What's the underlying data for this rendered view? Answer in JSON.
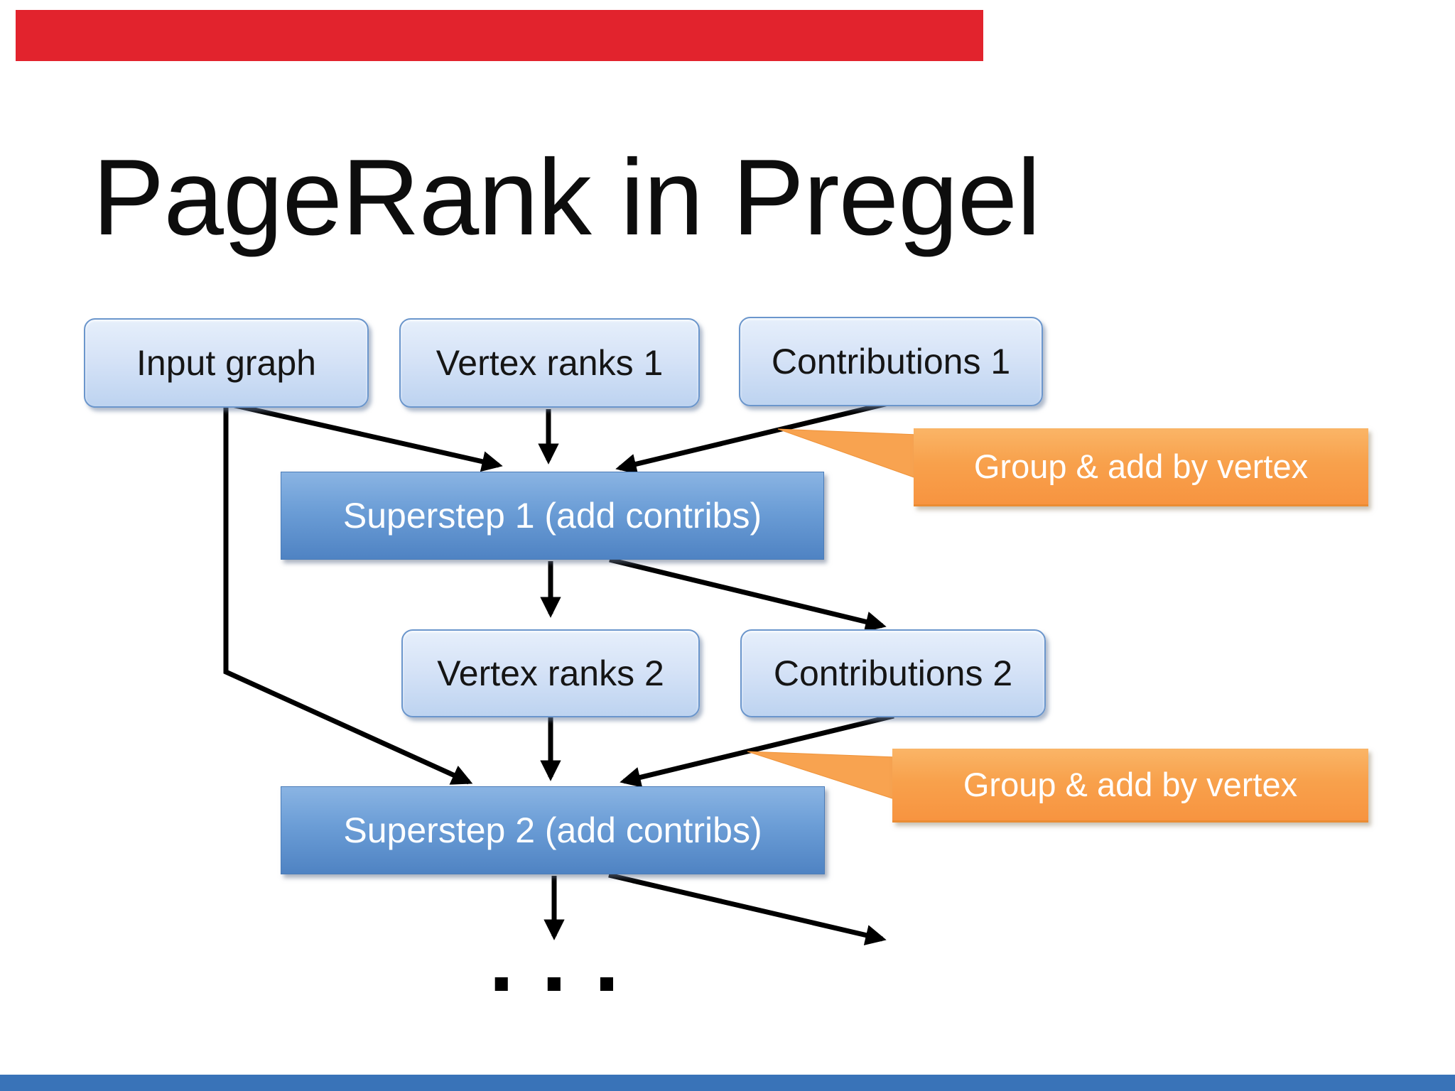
{
  "slide": {
    "title": "PageRank in Pregel",
    "player": {
      "progress_bar_color": "#e2232d",
      "timeline_bar_color": "#3973b8"
    },
    "nodes": {
      "input_graph": {
        "label": "Input graph"
      },
      "vertex_ranks_1": {
        "label": "Vertex ranks 1"
      },
      "contributions_1": {
        "label": "Contributions 1"
      },
      "superstep_1": {
        "label": "Superstep 1 (add contribs)"
      },
      "vertex_ranks_2": {
        "label": "Vertex ranks 2"
      },
      "contributions_2": {
        "label": "Contributions 2"
      },
      "superstep_2": {
        "label": "Superstep 2 (add contribs)"
      }
    },
    "callouts": {
      "callout_1": {
        "label": "Group & add by vertex"
      },
      "callout_2": {
        "label": "Group & add by vertex"
      }
    },
    "ellipsis": ". . .",
    "colors": {
      "node_fill_top": "#e6effb",
      "node_fill_bottom": "#bdd3f0",
      "node_border": "#6b96cc",
      "step_fill_top": "#8ab4e3",
      "step_fill_bottom": "#4f83c3",
      "callout_fill_top": "#fab567",
      "callout_fill_bottom": "#f79440",
      "arrow_color": "#000000",
      "title_color": "#0d0d0d"
    }
  }
}
